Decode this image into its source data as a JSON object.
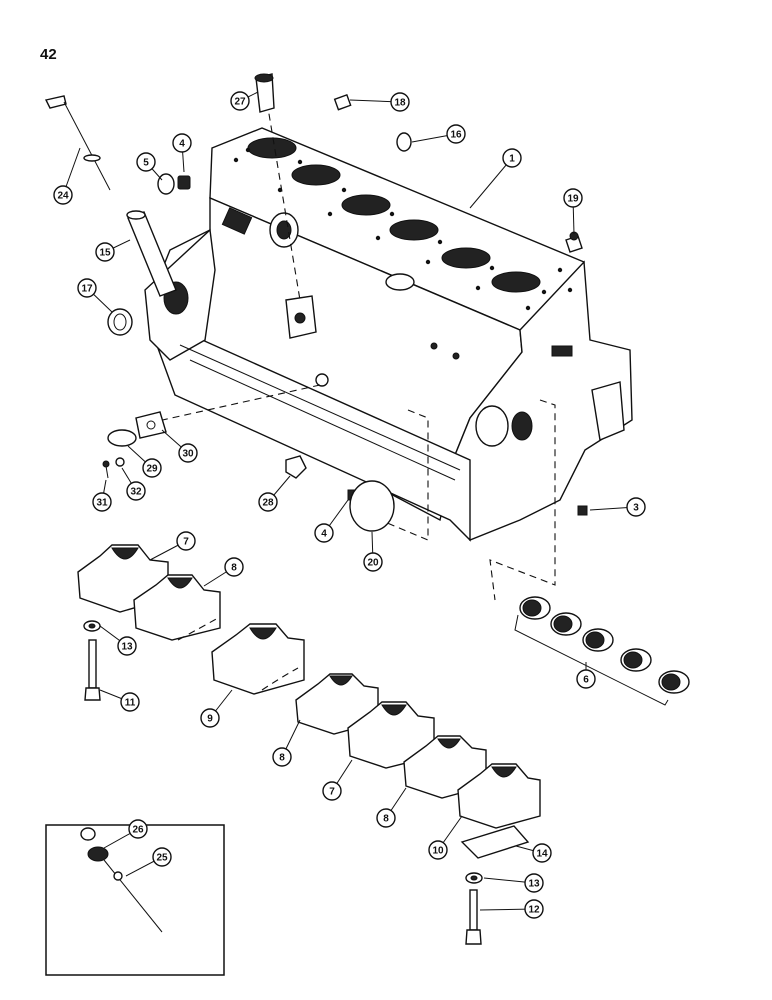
{
  "page_number": "42",
  "callouts": [
    {
      "id": "c27",
      "label": "27"
    },
    {
      "id": "c18",
      "label": "18"
    },
    {
      "id": "c16",
      "label": "16"
    },
    {
      "id": "c4a",
      "label": "4"
    },
    {
      "id": "c5",
      "label": "5"
    },
    {
      "id": "c1",
      "label": "1"
    },
    {
      "id": "c24",
      "label": "24"
    },
    {
      "id": "c19",
      "label": "19"
    },
    {
      "id": "c15",
      "label": "15"
    },
    {
      "id": "c17",
      "label": "17"
    },
    {
      "id": "c30",
      "label": "30"
    },
    {
      "id": "c29",
      "label": "29"
    },
    {
      "id": "c32",
      "label": "32"
    },
    {
      "id": "c31",
      "label": "31"
    },
    {
      "id": "c28",
      "label": "28"
    },
    {
      "id": "c4b",
      "label": "4"
    },
    {
      "id": "c20",
      "label": "20"
    },
    {
      "id": "c3",
      "label": "3"
    },
    {
      "id": "c7a",
      "label": "7"
    },
    {
      "id": "c8a",
      "label": "8"
    },
    {
      "id": "c13a",
      "label": "13"
    },
    {
      "id": "c11",
      "label": "11"
    },
    {
      "id": "c9",
      "label": "9"
    },
    {
      "id": "c6",
      "label": "6"
    },
    {
      "id": "c8b",
      "label": "8"
    },
    {
      "id": "c7b",
      "label": "7"
    },
    {
      "id": "c8c",
      "label": "8"
    },
    {
      "id": "c26",
      "label": "26"
    },
    {
      "id": "c25",
      "label": "25"
    },
    {
      "id": "c10",
      "label": "10"
    },
    {
      "id": "c14",
      "label": "14"
    },
    {
      "id": "c13b",
      "label": "13"
    },
    {
      "id": "c12",
      "label": "12"
    }
  ]
}
